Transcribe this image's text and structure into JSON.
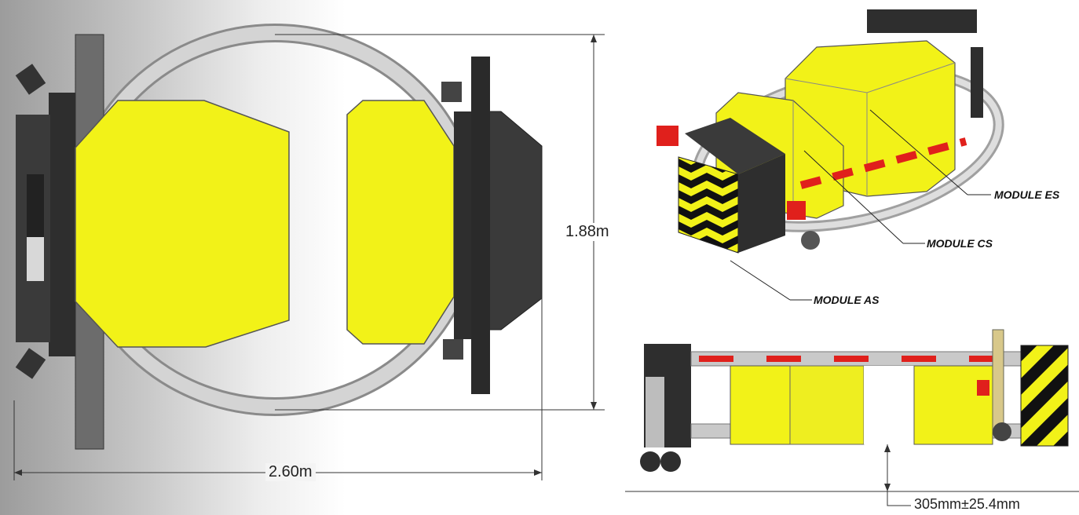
{
  "dimensions": {
    "width": "2.60m",
    "height": "1.88m",
    "ground_clearance": "305mm±25.4mm"
  },
  "modules": {
    "es": "MODULE ES",
    "cs": "MODULE CS",
    "as": "MODULE AS"
  },
  "colors": {
    "module_yellow": "#f2f218",
    "frame_dark": "#2e2e2e",
    "rail_grey": "#c9c9c9",
    "reflector_red": "#e0201c",
    "background_grey": "#9c9c9c"
  }
}
